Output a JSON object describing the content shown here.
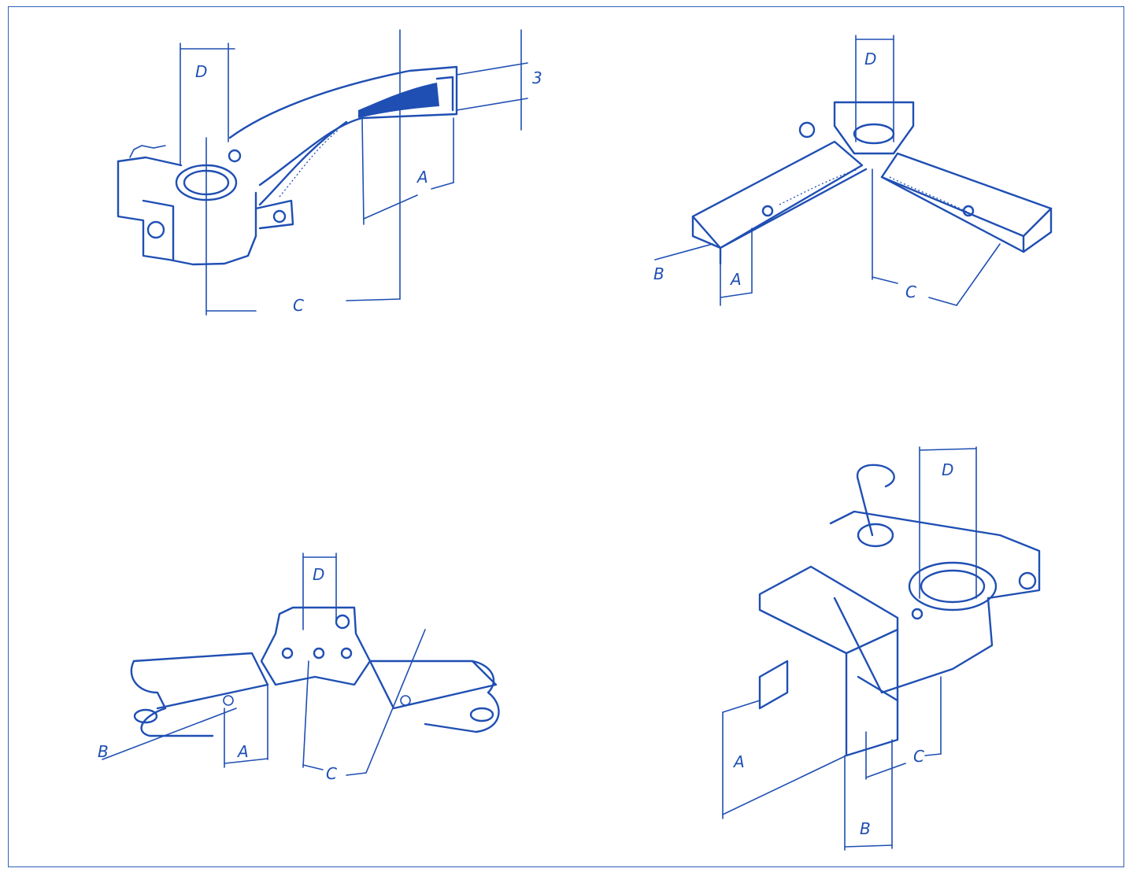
{
  "colors": {
    "ink": "#1f4fb3",
    "background": "#ffffff",
    "frame": "#2a61b8"
  },
  "figures": [
    {
      "id": "swivel-arm-clamp",
      "labels": {
        "d": "D",
        "b": "3",
        "a": "A",
        "c": "C"
      }
    },
    {
      "id": "three-way-square-tube",
      "labels": {
        "d": "D",
        "b": "B",
        "a": "A",
        "c": "C"
      }
    },
    {
      "id": "three-way-clamp-arms",
      "labels": {
        "d": "D",
        "b": "B",
        "a": "A",
        "c": "C"
      }
    },
    {
      "id": "bracket-collar-clamp",
      "labels": {
        "d": "D",
        "a": "A",
        "b": "B",
        "c": "C"
      }
    }
  ]
}
